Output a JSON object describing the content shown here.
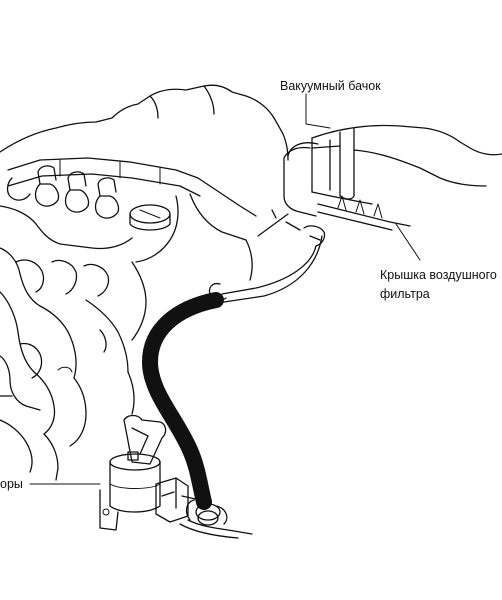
{
  "labels": {
    "vacuum_tank": "Вакуумный бачок",
    "air_filter_cover_line1": "Крышка воздушного",
    "air_filter_cover_line2": "фильтра",
    "actuator_fragment": "оры"
  },
  "colors": {
    "line": "#111111",
    "background": "#ffffff"
  }
}
